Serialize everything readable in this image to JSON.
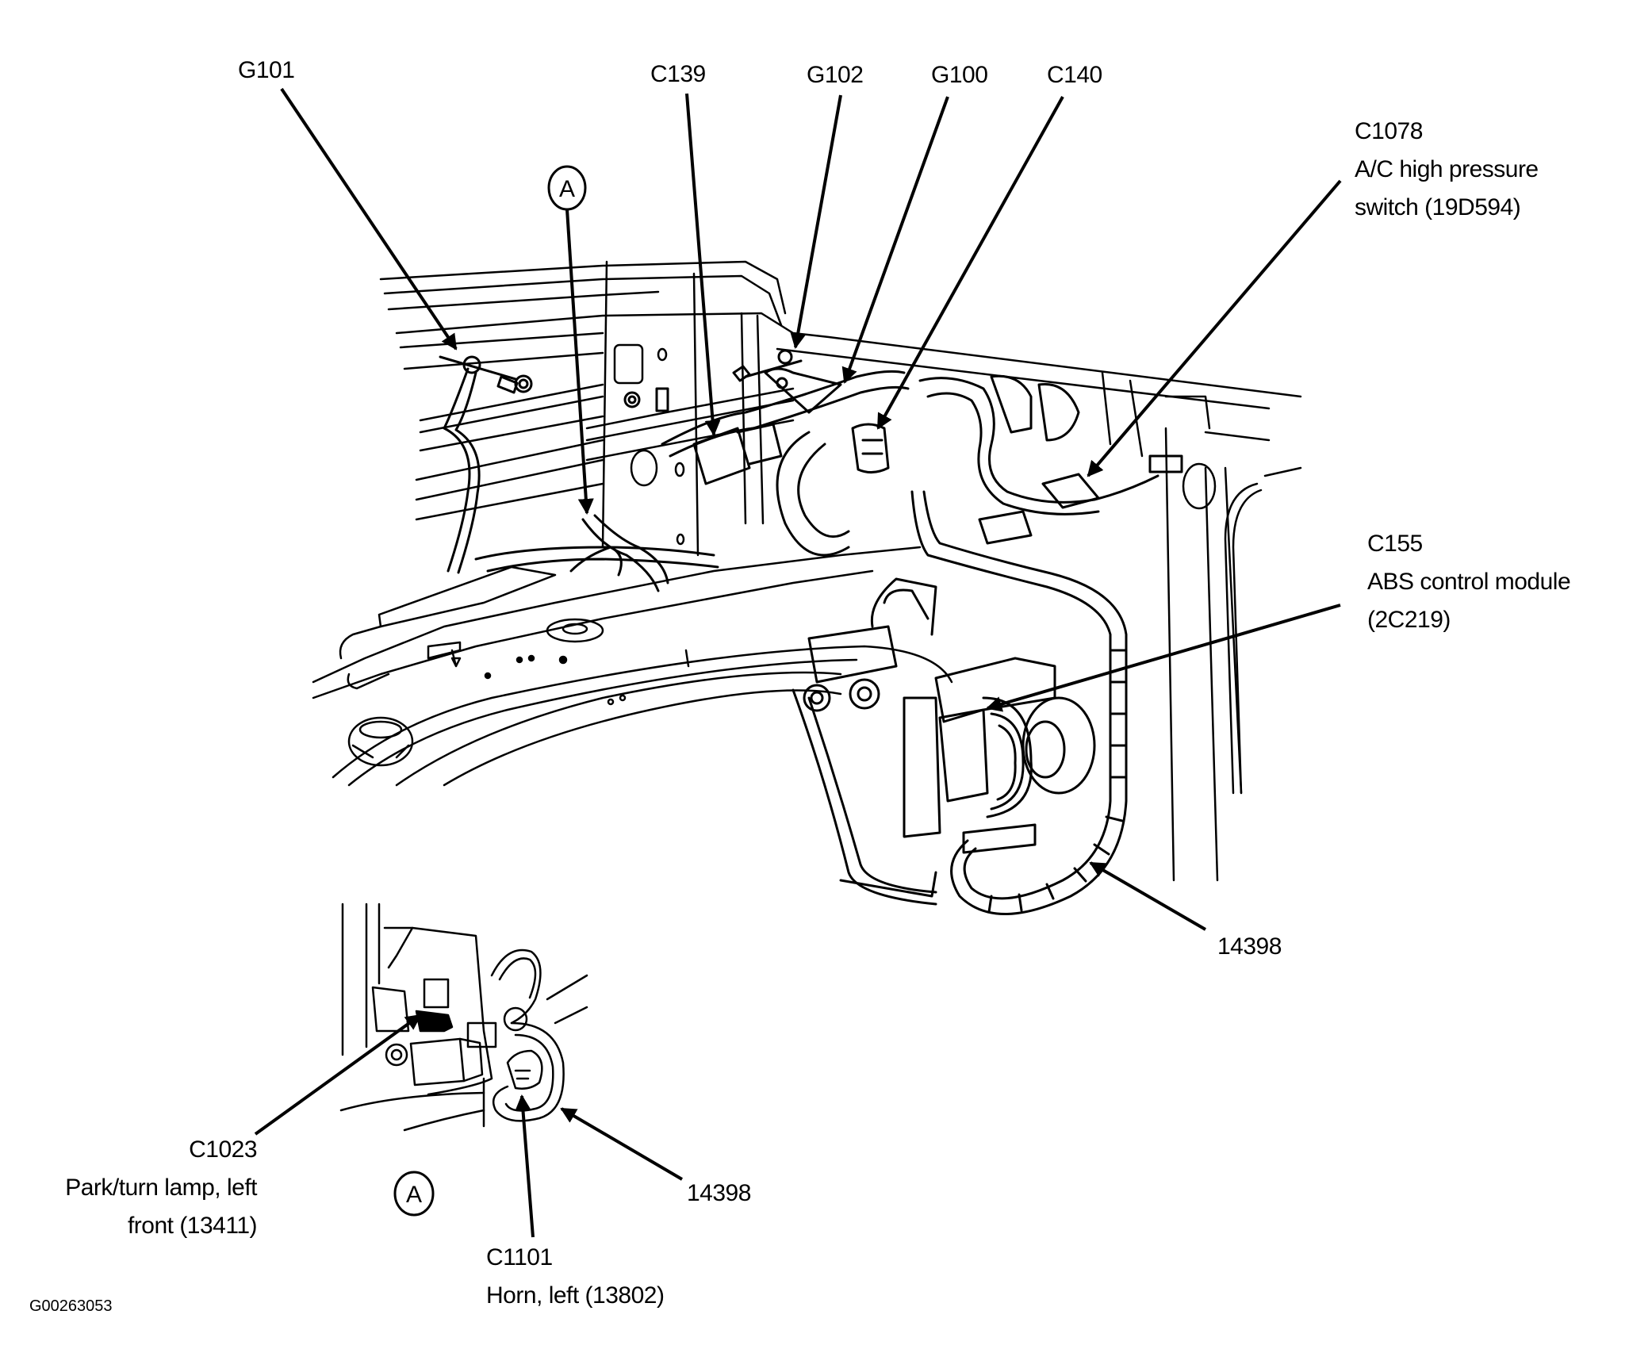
{
  "figure": {
    "id": "G00263053",
    "description": "Left front engine compartment wiring harness and connector locations",
    "detail_marker": "A"
  },
  "callouts": {
    "g101": {
      "code": "G101"
    },
    "c139": {
      "code": "C139"
    },
    "g102": {
      "code": "G102"
    },
    "g100": {
      "code": "G100"
    },
    "c140": {
      "code": "C140"
    },
    "c1078": {
      "code": "C1078",
      "line1": "A/C high pressure",
      "line2": "switch (19D594)"
    },
    "c155": {
      "code": "C155",
      "line1": "ABS control module",
      "line2": "(2C219)"
    },
    "harness_main": {
      "code": "14398"
    },
    "c1023": {
      "code": "C1023",
      "line1": "Park/turn lamp, left",
      "line2": "front (13411)"
    },
    "harness_inset": {
      "code": "14398"
    },
    "c1101": {
      "code": "C1101",
      "line1": "Horn, left (13802)"
    }
  },
  "detail_view": {
    "marker": "A"
  },
  "colors": {
    "ink": "#000000",
    "paper": "#ffffff"
  }
}
